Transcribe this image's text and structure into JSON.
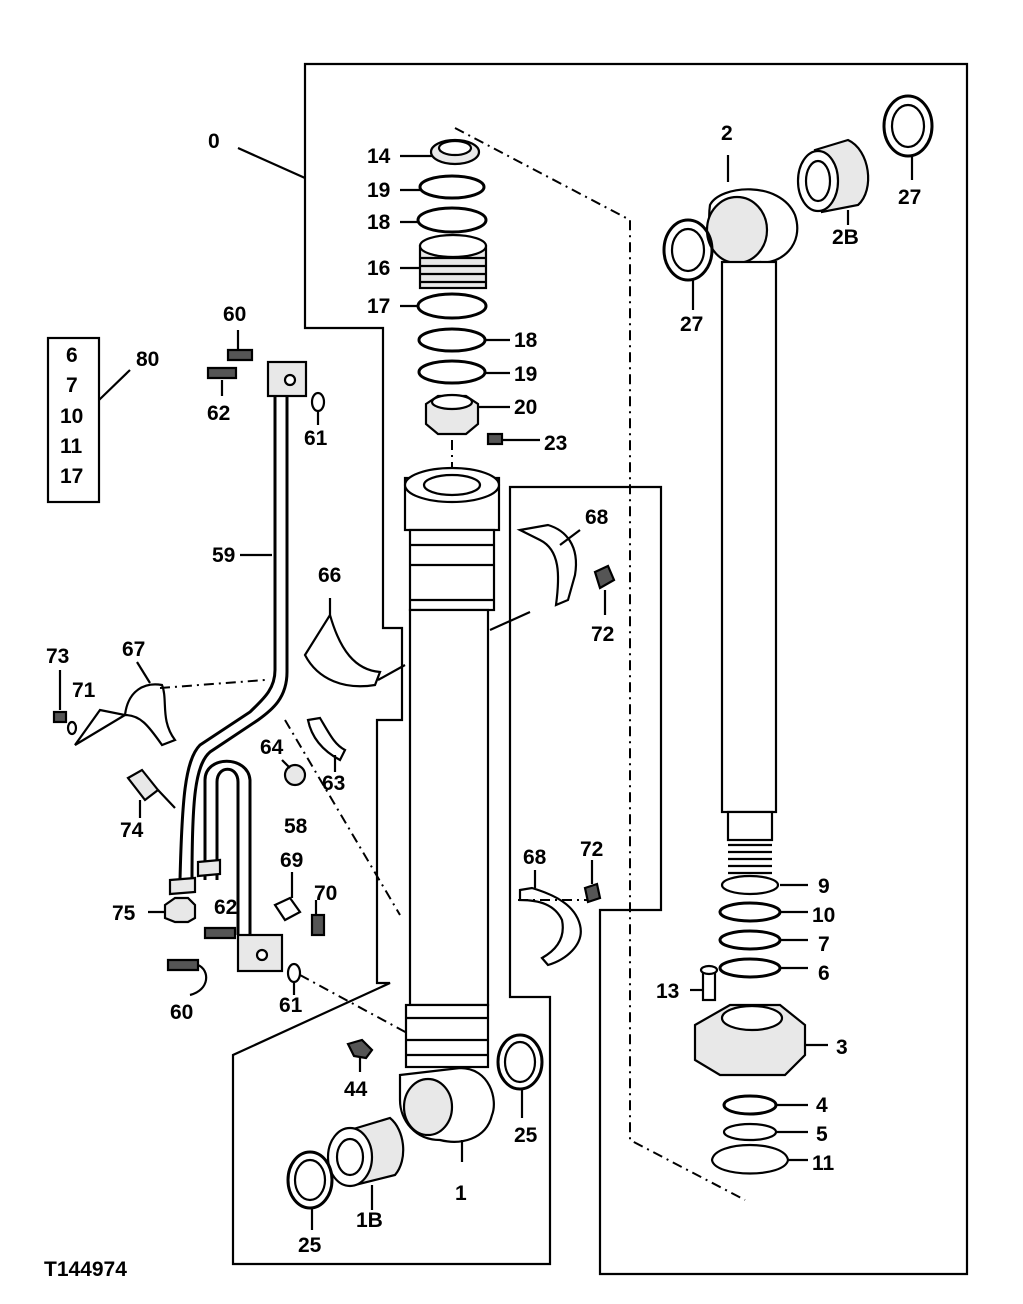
{
  "figure_id": "T144974",
  "kit_box": {
    "label": "80",
    "items": [
      "6",
      "7",
      "10",
      "11",
      "17"
    ]
  },
  "callouts": [
    {
      "key": "c0",
      "text": "0"
    },
    {
      "key": "c14",
      "text": "14"
    },
    {
      "key": "c19a",
      "text": "19"
    },
    {
      "key": "c18a",
      "text": "18"
    },
    {
      "key": "c16",
      "text": "16"
    },
    {
      "key": "c17",
      "text": "17"
    },
    {
      "key": "c18b",
      "text": "18"
    },
    {
      "key": "c19b",
      "text": "19"
    },
    {
      "key": "c20",
      "text": "20"
    },
    {
      "key": "c23",
      "text": "23"
    },
    {
      "key": "c2",
      "text": "2"
    },
    {
      "key": "c27a",
      "text": "27"
    },
    {
      "key": "c2B",
      "text": "2B"
    },
    {
      "key": "c27b",
      "text": "27"
    },
    {
      "key": "c60a",
      "text": "60"
    },
    {
      "key": "c62a",
      "text": "62"
    },
    {
      "key": "c61a",
      "text": "61"
    },
    {
      "key": "c59",
      "text": "59"
    },
    {
      "key": "c68a",
      "text": "68"
    },
    {
      "key": "c72a",
      "text": "72"
    },
    {
      "key": "c66",
      "text": "66"
    },
    {
      "key": "c73",
      "text": "73"
    },
    {
      "key": "c67",
      "text": "67"
    },
    {
      "key": "c71",
      "text": "71"
    },
    {
      "key": "c64",
      "text": "64"
    },
    {
      "key": "c63",
      "text": "63"
    },
    {
      "key": "c74",
      "text": "74"
    },
    {
      "key": "c58",
      "text": "58"
    },
    {
      "key": "c69",
      "text": "69"
    },
    {
      "key": "c70",
      "text": "70"
    },
    {
      "key": "c75",
      "text": "75"
    },
    {
      "key": "c62b",
      "text": "62"
    },
    {
      "key": "c60b",
      "text": "60"
    },
    {
      "key": "c61b",
      "text": "61"
    },
    {
      "key": "c68b",
      "text": "68"
    },
    {
      "key": "c72b",
      "text": "72"
    },
    {
      "key": "c9",
      "text": "9"
    },
    {
      "key": "c10",
      "text": "10"
    },
    {
      "key": "c7",
      "text": "7"
    },
    {
      "key": "c6",
      "text": "6"
    },
    {
      "key": "c13",
      "text": "13"
    },
    {
      "key": "c3",
      "text": "3"
    },
    {
      "key": "c44",
      "text": "44"
    },
    {
      "key": "c25a",
      "text": "25"
    },
    {
      "key": "c4",
      "text": "4"
    },
    {
      "key": "c5",
      "text": "5"
    },
    {
      "key": "c11",
      "text": "11"
    },
    {
      "key": "c1",
      "text": "1"
    },
    {
      "key": "c1B",
      "text": "1B"
    },
    {
      "key": "c25b",
      "text": "25"
    }
  ]
}
